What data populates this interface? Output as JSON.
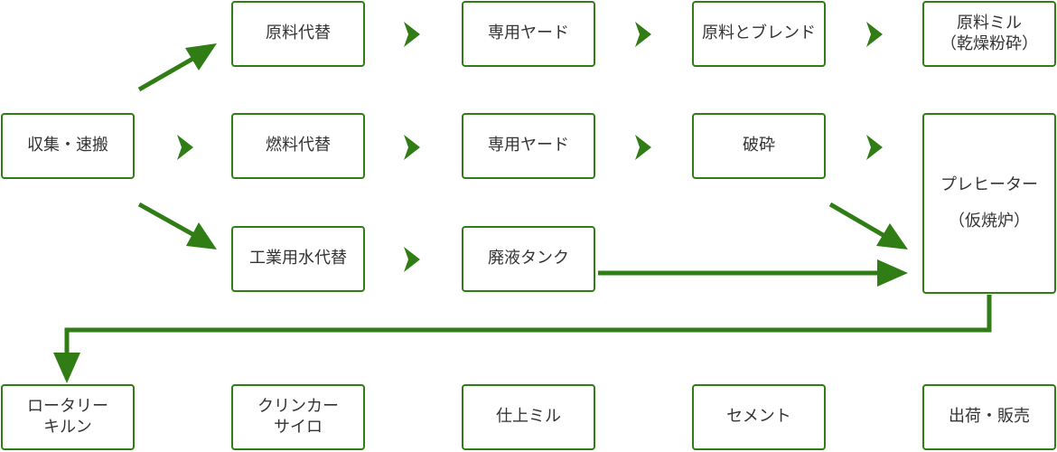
{
  "nodes": {
    "collect": "収集・速搬",
    "raw_material_substitute": "原料代替",
    "dedicated_yard_1": "専用ヤード",
    "blend_with_raw": "原料とブレンド",
    "raw_mill": {
      "line1": "原料ミル",
      "line2": "（乾燥粉砕）"
    },
    "fuel_substitute": "燃料代替",
    "dedicated_yard_2": "専用ヤード",
    "crushing": "破砕",
    "preheater": {
      "line1": "プレヒーター",
      "line2": "（仮焼炉）"
    },
    "industrial_water_substitute": "工業用水代替",
    "waste_liquid_tank": "廃液タンク",
    "rotary_kiln": {
      "line1": "ロータリー",
      "line2": "キルン"
    },
    "clinker_silo": {
      "line1": "クリンカー",
      "line2": "サイロ"
    },
    "finishing_mill": "仕上ミル",
    "cement": "セメント",
    "shipping_sales": "出荷・販売"
  },
  "colors": {
    "arrow": "#2f7d14",
    "border": "#2f7d14",
    "text": "#333333"
  }
}
